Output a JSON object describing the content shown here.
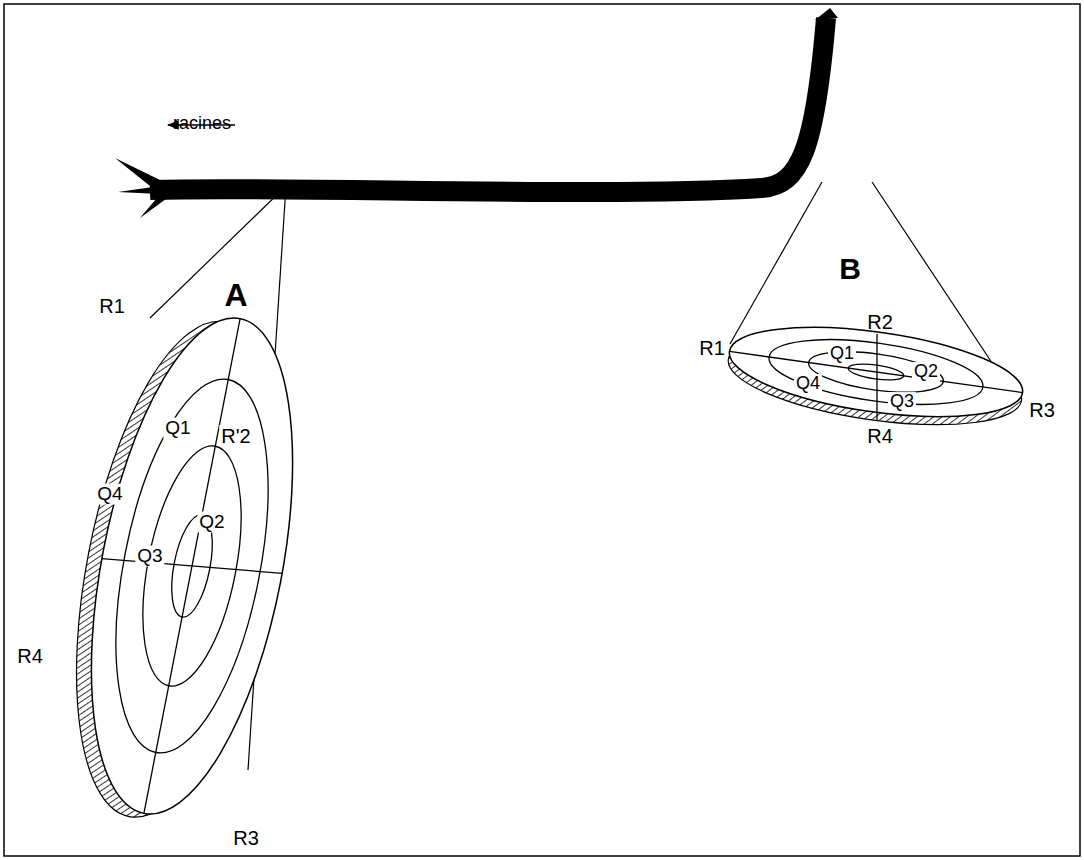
{
  "diagram": {
    "labels": [
      "racines",
      "A",
      "R1",
      "R'2",
      "R3",
      "R4",
      "Q1",
      "Q2",
      "Q3",
      "Q4",
      "B",
      "R1",
      "R2",
      "R3",
      "R4",
      "Q1",
      "Q2",
      "Q3",
      "Q4"
    ]
  }
}
